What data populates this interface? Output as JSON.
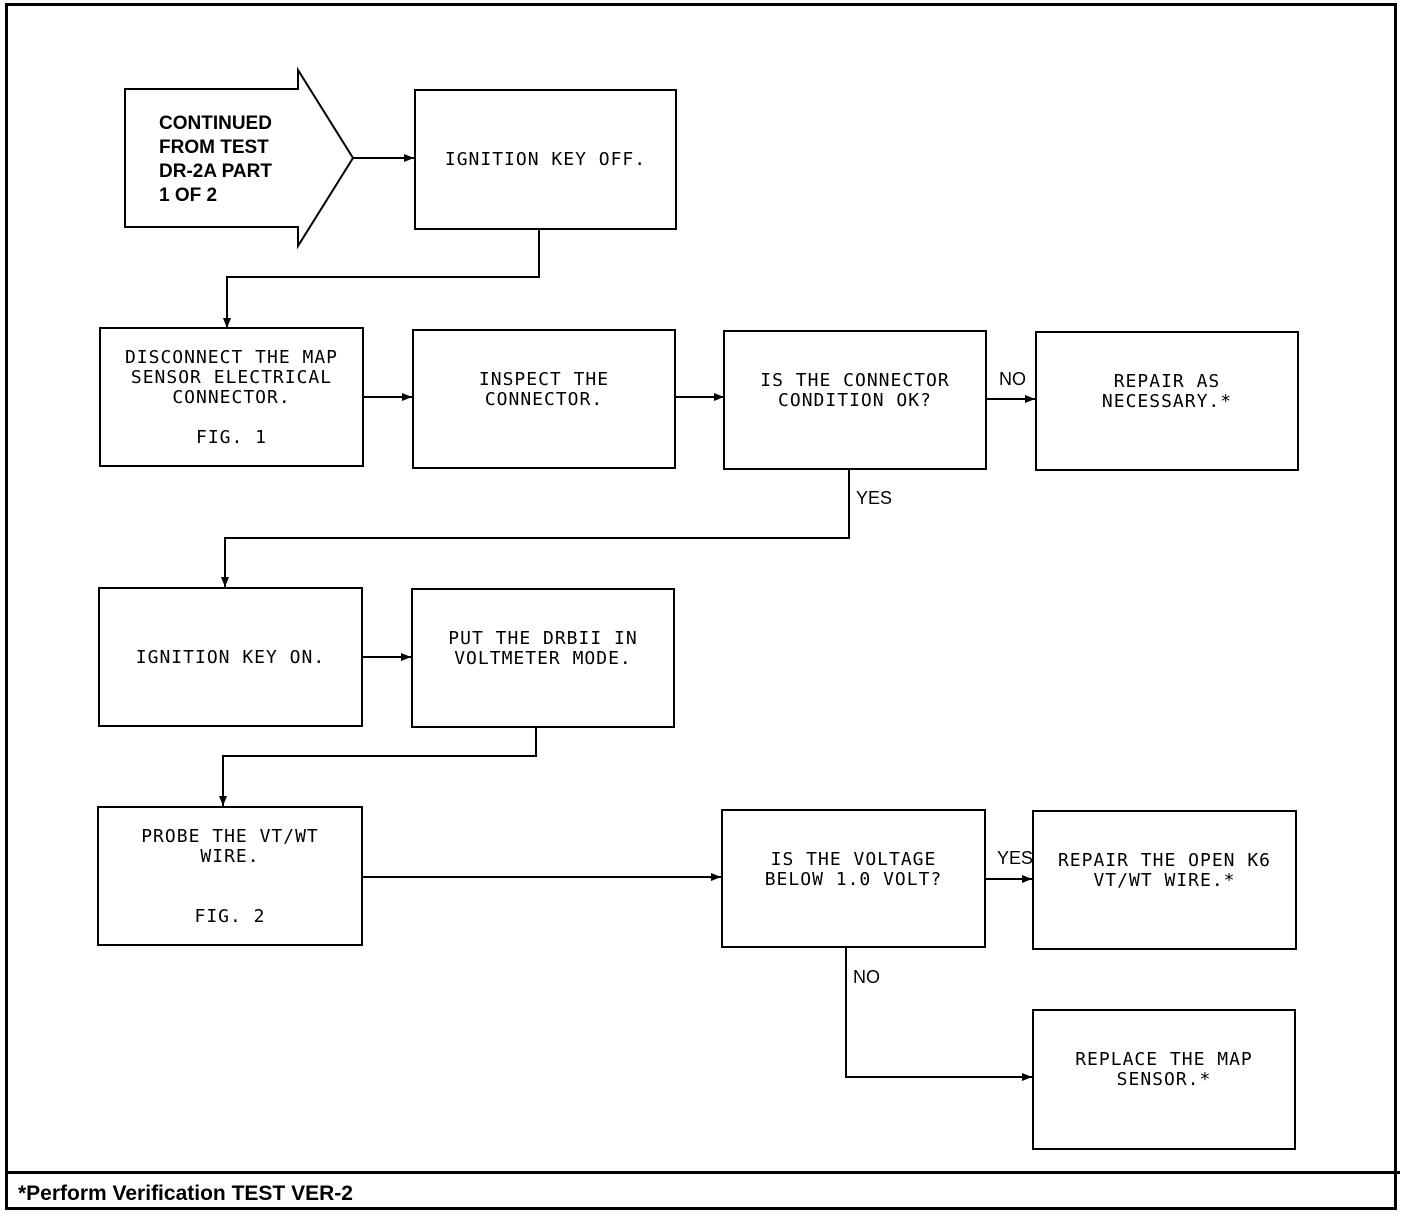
{
  "start": {
    "label": "CONTINUED\nFROM TEST\nDR-2A PART\n1 OF 2"
  },
  "steps": {
    "ignition_off": "IGNITION KEY OFF.",
    "disconnect": "DISCONNECT THE MAP\nSENSOR ELECTRICAL\nCONNECTOR.",
    "disconnect_fig": "FIG. 1",
    "inspect": "INSPECT THE\nCONNECTOR.",
    "connector_ok": "IS THE CONNECTOR\nCONDITION OK?",
    "repair_necessary": "REPAIR AS\nNECESSARY.*",
    "ignition_on": "IGNITION KEY ON.",
    "drbii": "PUT THE DRBII IN\nVOLTMETER MODE.",
    "probe": "PROBE THE VT/WT\nWIRE.",
    "probe_fig": "FIG. 2",
    "voltage_below": "IS THE VOLTAGE\nBELOW 1.0 VOLT?",
    "repair_open": "REPAIR THE OPEN K6\nVT/WT WIRE.*",
    "replace_sensor": "REPLACE THE MAP\nSENSOR.*"
  },
  "edge_labels": {
    "connector_no": "NO",
    "connector_yes": "YES",
    "voltage_yes": "YES",
    "voltage_no": "NO"
  },
  "footnote": "*Perform Verification TEST VER-2"
}
